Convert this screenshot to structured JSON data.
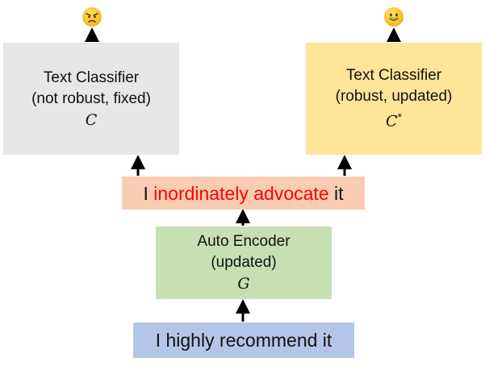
{
  "left_classifier": {
    "title": "Text Classifier",
    "subtitle": "(not robust, fixed)",
    "symbol": "C",
    "color": "#e7e7e7",
    "reaction_icon": "angry-face-icon"
  },
  "right_classifier": {
    "title": "Text Classifier",
    "subtitle": "(robust, updated)",
    "symbol": "C",
    "symbol_superscript": "*",
    "color": "#ffe598",
    "reaction_icon": "grinning-face-icon"
  },
  "adversarial_text": {
    "prefix": "I",
    "highlight": "inordinately advocate",
    "suffix": "it",
    "highlight_color": "#ff0000",
    "color": "#f8ccb0"
  },
  "auto_encoder": {
    "title": "Auto Encoder",
    "subtitle": "(updated)",
    "symbol": "G",
    "color": "#c6e0b3"
  },
  "input_text": {
    "text": "I highly recommend it",
    "color": "#b4c6e7"
  }
}
